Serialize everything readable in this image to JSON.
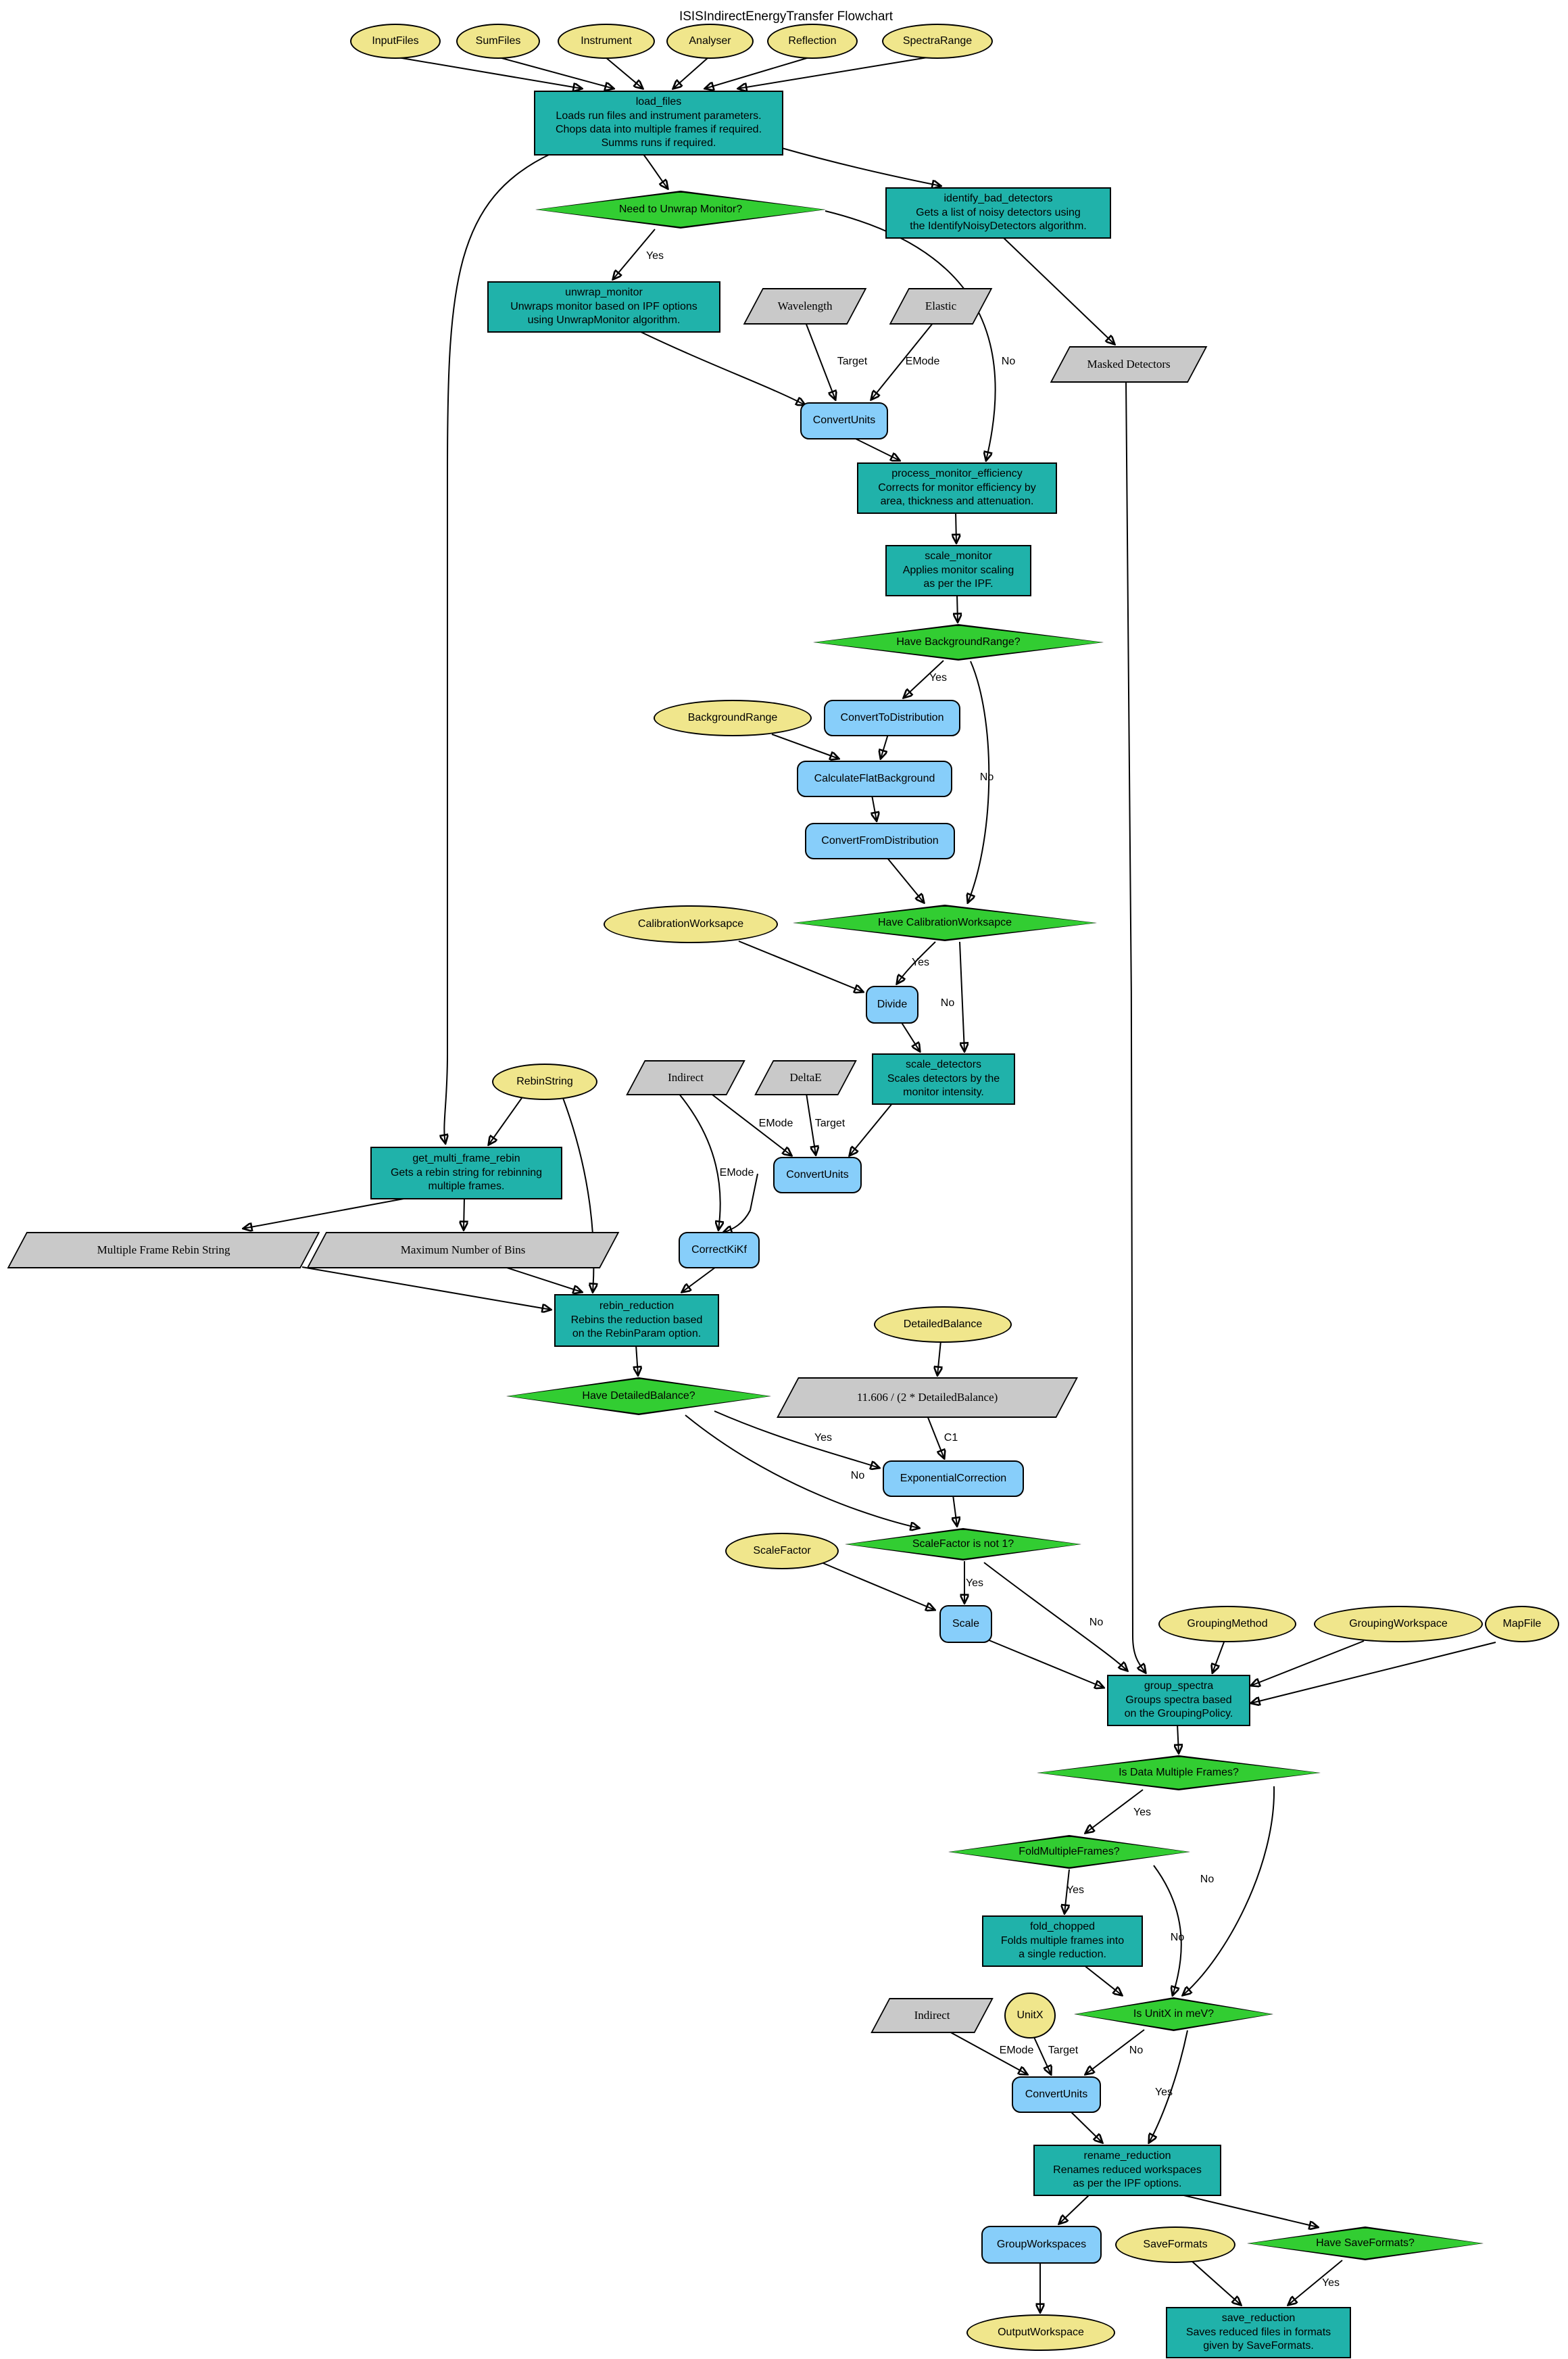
{
  "title": "ISISIndirectEnergyTransfer Flowchart",
  "colors": {
    "param": "#F0E68C",
    "algorithm": "#87CEFA",
    "process": "#20B2AA",
    "decision": "#32CD32",
    "value": "#C9C9C9",
    "edge": "#000000",
    "border": "#000000",
    "background": "#FFFFFF"
  },
  "edge_labels": {
    "yes": "Yes",
    "no": "No",
    "emode": "EMode",
    "target": "Target",
    "c1": "C1"
  },
  "nodes": {
    "input_files": {
      "label": "InputFiles"
    },
    "sum_files": {
      "label": "SumFiles"
    },
    "instrument": {
      "label": "Instrument"
    },
    "analyser": {
      "label": "Analyser"
    },
    "reflection": {
      "label": "Reflection"
    },
    "spectra_range": {
      "label": "SpectraRange"
    },
    "load_files": {
      "label": "load_files\nLoads run files and instrument parameters.\nChops data into multiple frames if required.\nSumms runs if required."
    },
    "need_unwrap": {
      "label": "Need to Unwrap Monitor?"
    },
    "identify_bad_detectors": {
      "label": "identify_bad_detectors\nGets a list of noisy detectors using\nthe IdentifyNoisyDetectors algorithm."
    },
    "unwrap_monitor": {
      "label": "unwrap_monitor\nUnwraps monitor based on IPF options\nusing UnwrapMonitor algorithm."
    },
    "wavelength": {
      "label": "Wavelength"
    },
    "elastic": {
      "label": "Elastic"
    },
    "masked_detectors": {
      "label": "Masked Detectors"
    },
    "convert_units_1": {
      "label": "ConvertUnits"
    },
    "process_monitor_efficiency": {
      "label": "process_monitor_efficiency\nCorrects for monitor efficiency by\narea, thickness and attenuation."
    },
    "scale_monitor": {
      "label": "scale_monitor\nApplies monitor scaling\nas per the IPF."
    },
    "have_background_range": {
      "label": "Have BackgroundRange?"
    },
    "background_range": {
      "label": "BackgroundRange"
    },
    "convert_to_distribution": {
      "label": "ConvertToDistribution"
    },
    "calculate_flat_background": {
      "label": "CalculateFlatBackground"
    },
    "convert_from_distribution": {
      "label": "ConvertFromDistribution"
    },
    "calibration_workspace": {
      "label": "CalibrationWorksapce"
    },
    "have_calibration_workspace": {
      "label": "Have CalibrationWorksapce"
    },
    "divide": {
      "label": "Divide"
    },
    "scale_detectors": {
      "label": "scale_detectors\nScales detectors by the\nmonitor intensity."
    },
    "rebin_string": {
      "label": "RebinString"
    },
    "indirect_1": {
      "label": "Indirect"
    },
    "delta_e": {
      "label": "DeltaE"
    },
    "get_multi_frame_rebin": {
      "label": "get_multi_frame_rebin\nGets a rebin string for rebinning\nmultiple frames."
    },
    "convert_units_2": {
      "label": "ConvertUnits"
    },
    "multiple_frame_rebin_string": {
      "label": "Multiple Frame Rebin String"
    },
    "maximum_number_of_bins": {
      "label": "Maximum Number of Bins"
    },
    "correct_kikf": {
      "label": "CorrectKiKf"
    },
    "rebin_reduction": {
      "label": "rebin_reduction\nRebins the reduction based\non the RebinParam option."
    },
    "detailed_balance": {
      "label": "DetailedBalance"
    },
    "have_detailed_balance": {
      "label": "Have DetailedBalance?"
    },
    "detailed_balance_formula": {
      "label": "11.606 / (2 * DetailedBalance)"
    },
    "exponential_correction": {
      "label": "ExponentialCorrection"
    },
    "scale_factor": {
      "label": "ScaleFactor"
    },
    "scale_factor_not_1": {
      "label": "ScaleFactor is not 1?"
    },
    "scale": {
      "label": "Scale"
    },
    "grouping_method": {
      "label": "GroupingMethod"
    },
    "grouping_workspace": {
      "label": "GroupingWorkspace"
    },
    "map_file": {
      "label": "MapFile"
    },
    "group_spectra": {
      "label": "group_spectra\nGroups spectra based\non the GroupingPolicy."
    },
    "is_data_multiple_frames": {
      "label": "Is Data Multiple Frames?"
    },
    "fold_multiple_frames": {
      "label": "FoldMultipleFrames?"
    },
    "fold_chopped": {
      "label": "fold_chopped\nFolds multiple frames into\na single reduction."
    },
    "indirect_2": {
      "label": "Indirect"
    },
    "unit_x": {
      "label": "UnitX"
    },
    "is_unitx_mev": {
      "label": "Is UnitX in meV?"
    },
    "convert_units_3": {
      "label": "ConvertUnits"
    },
    "rename_reduction": {
      "label": "rename_reduction\nRenames reduced workspaces\nas per the IPF options."
    },
    "group_workspaces": {
      "label": "GroupWorkspaces"
    },
    "save_formats": {
      "label": "SaveFormats"
    },
    "have_save_formats": {
      "label": "Have SaveFormats?"
    },
    "output_workspace": {
      "label": "OutputWorkspace"
    },
    "save_reduction": {
      "label": "save_reduction\nSaves reduced files in formats\ngiven by SaveFormats."
    }
  }
}
